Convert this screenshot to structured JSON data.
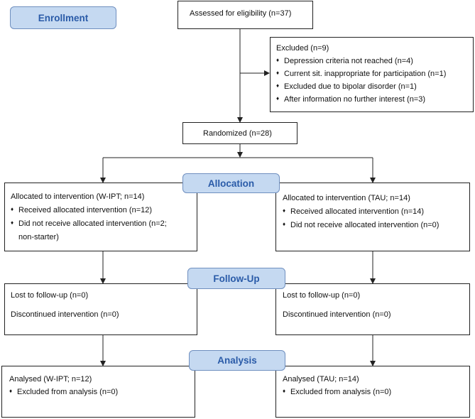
{
  "stages": {
    "enrollment": "Enrollment",
    "allocation": "Allocation",
    "followup": "Follow-Up",
    "analysis": "Analysis"
  },
  "bullet": "♦",
  "assessed": "Assessed for eligibility (n=37)",
  "excluded": {
    "title": "Excluded  (n=9)",
    "items": [
      "Depression criteria not reached (n=4)",
      "Current sit. inappropriate for participation (n=1)",
      "Excluded due to bipolar disorder (n=1)",
      "After information no further interest (n=3)"
    ]
  },
  "randomized": "Randomized (n=28)",
  "allocation": {
    "left": {
      "title": "Allocated to intervention (W-IPT; n=14)",
      "items": [
        "Received allocated intervention (n=12)",
        "Did not receive allocated intervention (n=2;",
        "non-starter)"
      ]
    },
    "right": {
      "title": "Allocated to intervention (TAU; n=14)",
      "items": [
        "Received allocated intervention (n=14)",
        "Did not receive allocated intervention (n=0)"
      ]
    }
  },
  "followup": {
    "left": {
      "lost": "Lost to follow-up (n=0)",
      "discontinued": "Discontinued intervention (n=0)"
    },
    "right": {
      "lost": "Lost to follow-up (n=0)",
      "discontinued": "Discontinued intervention (n=0)"
    }
  },
  "analysis": {
    "left": {
      "title": "Analysed  (W-IPT; n=12)",
      "item": "Excluded from analysis (n=0)"
    },
    "right": {
      "title": "Analysed  (TAU; n=14)",
      "item": "Excluded from analysis (n=0)"
    }
  }
}
